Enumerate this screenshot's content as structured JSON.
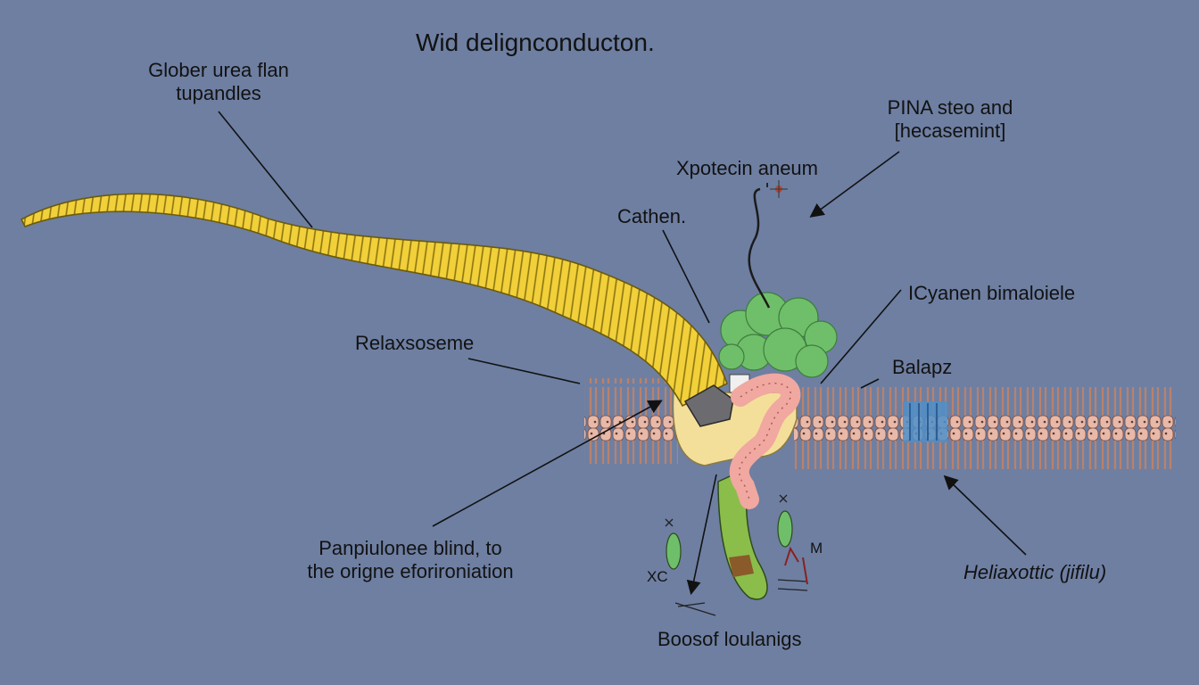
{
  "diagram": {
    "title": "Wid delignconducton.",
    "labels": {
      "top_left": [
        "Glober urea flan",
        "tupandles"
      ],
      "top_right": [
        "PINA steo and",
        "[hecasemint]"
      ],
      "xpotecin": "Xpotecin aneum",
      "cathen": "Cathen.",
      "icyanen": "ICyanen bimaloiele",
      "relaxsoseme": "Relaxsoseme",
      "balapz": "Balapz",
      "panpiulonee": [
        "Panpiulonee blind, to",
        "the origne eforironiation"
      ],
      "heliaxottic": "Heliaxottic (jifilu)",
      "boosof": "Boosof loulanigs",
      "xc": "XC",
      "m": "M"
    },
    "colors": {
      "background": "#6e7fa2",
      "tail": "#f2d03a",
      "tail_stripe": "#8a7410",
      "membrane_head": "#e8b8a8",
      "membrane_tail": "#d9a48e",
      "cloud": "#6fbf6a",
      "pore": "#f3df9a",
      "worm": "#f0a8a0",
      "stalk": "#8bbd4a",
      "channel": "#4f8fc9"
    }
  }
}
